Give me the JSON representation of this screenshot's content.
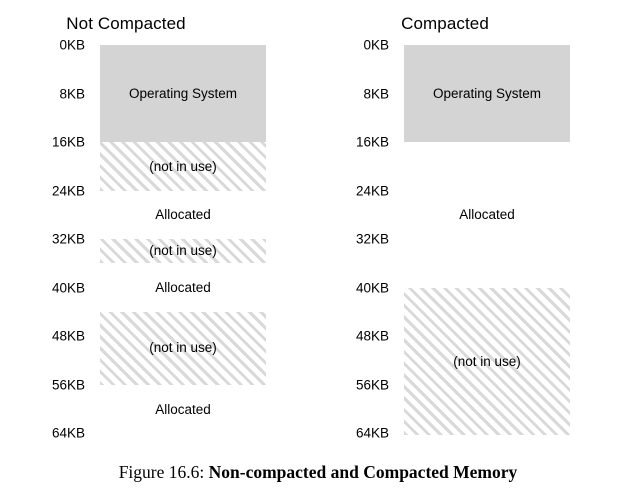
{
  "figure": {
    "caption_number": "Figure 16.6:",
    "caption_title": "Non-compacted and Compacted Memory",
    "colors": {
      "os_fill": "#d4d4d4",
      "free_hatch": "#d9d9d9",
      "allocated_fill": "#ffffff",
      "border": "#1a1a1a"
    }
  },
  "panels": [
    {
      "title": "Not Compacted",
      "axis_unit": "KB",
      "axis_min": 0,
      "axis_max": 64,
      "ticks": [
        "0KB",
        "8KB",
        "16KB",
        "24KB",
        "32KB",
        "40KB",
        "48KB",
        "56KB",
        "64KB"
      ],
      "tick_values": [
        0,
        8,
        16,
        24,
        32,
        40,
        48,
        56,
        64
      ],
      "segments": [
        {
          "label": "Operating System",
          "kind": "os",
          "start": 0,
          "end": 16
        },
        {
          "label": "(not in use)",
          "kind": "free",
          "start": 16,
          "end": 24
        },
        {
          "label": "Allocated",
          "kind": "allocated",
          "start": 24,
          "end": 32
        },
        {
          "label": "(not in use)",
          "kind": "free",
          "start": 32,
          "end": 36
        },
        {
          "label": "Allocated",
          "kind": "allocated",
          "start": 36,
          "end": 44
        },
        {
          "label": "(not in use)",
          "kind": "free",
          "start": 44,
          "end": 56
        },
        {
          "label": "Allocated",
          "kind": "allocated",
          "start": 56,
          "end": 64
        }
      ]
    },
    {
      "title": "Compacted",
      "axis_unit": "KB",
      "axis_min": 0,
      "axis_max": 64,
      "ticks": [
        "0KB",
        "8KB",
        "16KB",
        "24KB",
        "32KB",
        "40KB",
        "48KB",
        "56KB",
        "64KB"
      ],
      "tick_values": [
        0,
        8,
        16,
        24,
        32,
        40,
        48,
        56,
        64
      ],
      "segments": [
        {
          "label": "Operating System",
          "kind": "os",
          "start": 0,
          "end": 16
        },
        {
          "label": "Allocated",
          "kind": "allocated",
          "start": 16,
          "end": 40
        },
        {
          "label": "(not in use)",
          "kind": "free",
          "start": 40,
          "end": 64
        }
      ]
    }
  ],
  "chart_data": {
    "type": "bar",
    "title": "Non-compacted and Compacted Memory",
    "xlabel": "",
    "ylabel": "KB",
    "ylim": [
      0,
      64
    ],
    "categories": [
      "Not Compacted",
      "Compacted"
    ],
    "series": [
      {
        "name": "Not Compacted",
        "regions": [
          {
            "label": "Operating System",
            "from": 0,
            "to": 16,
            "size": 16
          },
          {
            "label": "(not in use)",
            "from": 16,
            "to": 24,
            "size": 8
          },
          {
            "label": "Allocated",
            "from": 24,
            "to": 32,
            "size": 8
          },
          {
            "label": "(not in use)",
            "from": 32,
            "to": 36,
            "size": 4
          },
          {
            "label": "Allocated",
            "from": 36,
            "to": 44,
            "size": 8
          },
          {
            "label": "(not in use)",
            "from": 44,
            "to": 56,
            "size": 12
          },
          {
            "label": "Allocated",
            "from": 56,
            "to": 64,
            "size": 8
          }
        ]
      },
      {
        "name": "Compacted",
        "regions": [
          {
            "label": "Operating System",
            "from": 0,
            "to": 16,
            "size": 16
          },
          {
            "label": "Allocated",
            "from": 16,
            "to": 40,
            "size": 24
          },
          {
            "label": "(not in use)",
            "from": 40,
            "to": 64,
            "size": 24
          }
        ]
      }
    ]
  }
}
